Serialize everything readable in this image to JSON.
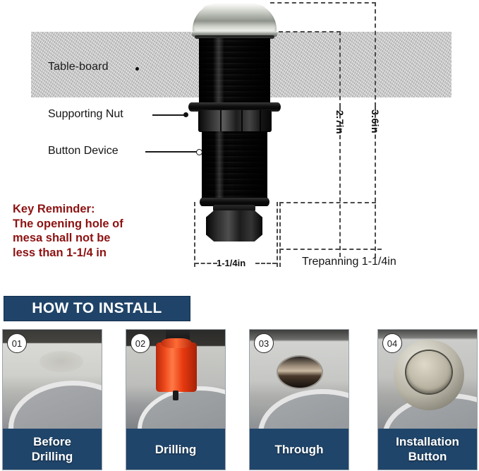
{
  "diagram": {
    "board_label": "Table-board",
    "callouts": [
      {
        "label": "Supporting Nut"
      },
      {
        "label": "Button Device"
      }
    ],
    "dimensions": {
      "height_to_nut": "2.7in",
      "total_height": "3.6in",
      "hole_width": "1-1/4in",
      "trepanning_note": "Trepanning 1-1/4in"
    },
    "reminder": "Key Reminder:\nThe opening hole of\nmesa shall not be\nless than 1-1/4 in",
    "reminder_color": "#8d1212"
  },
  "banner": {
    "title": "HOW TO INSTALL",
    "background": "#204469",
    "text_color": "#ffffff"
  },
  "steps": [
    {
      "number": "01",
      "caption": "Before\nDrilling"
    },
    {
      "number": "02",
      "caption": "Drilling"
    },
    {
      "number": "03",
      "caption": "Through"
    },
    {
      "number": "04",
      "caption": "Installation\nButton"
    }
  ]
}
